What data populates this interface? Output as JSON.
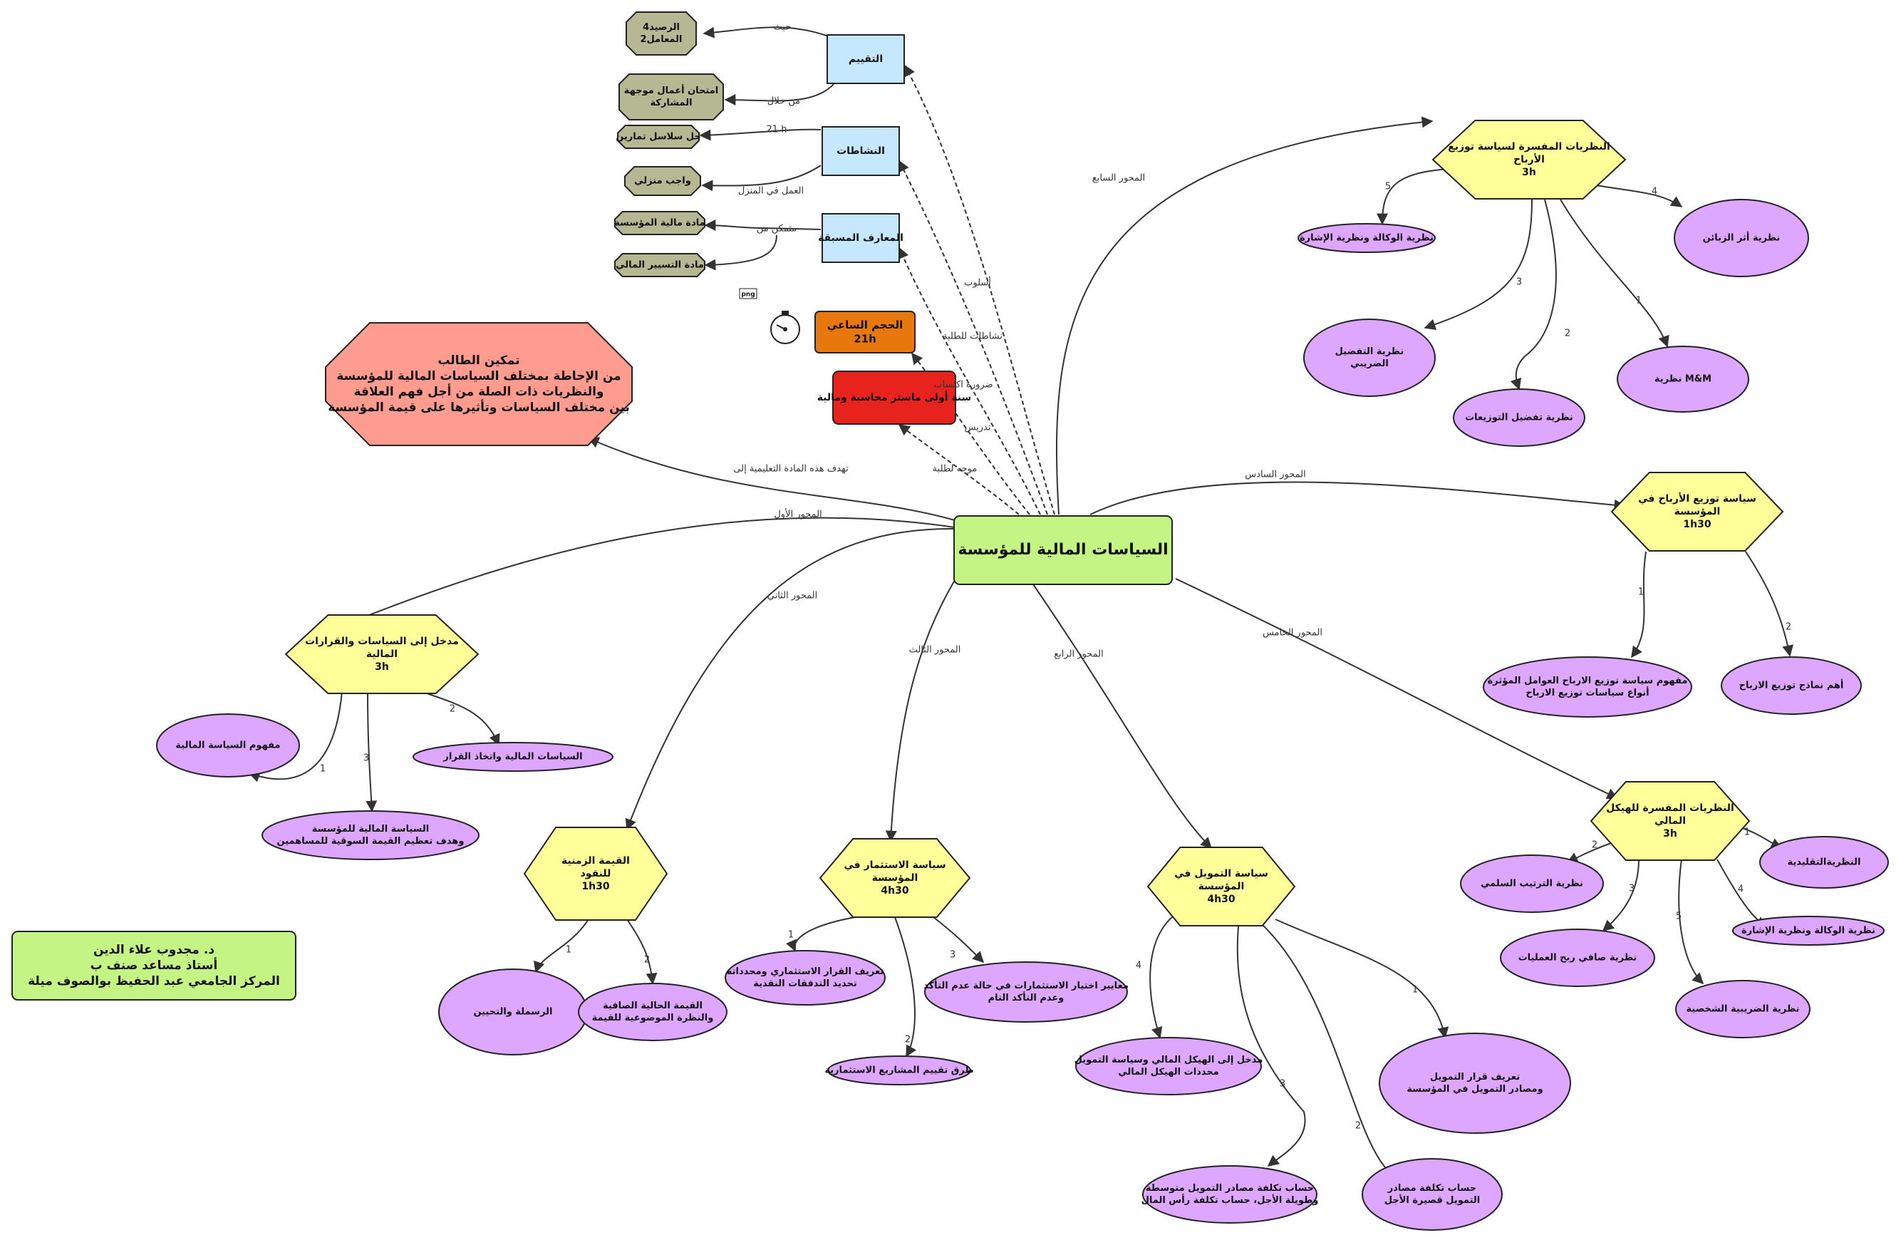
{
  "center": {
    "label": "السياسات المالية للمؤسسة"
  },
  "objective": {
    "lines": [
      "تمكين الطالب",
      "من الإحاطة بمختلف السياسات المالية للمؤسسة",
      "والنظريات ذات الصلة من أجل فهم العلاقة",
      "بين مختلف السياسات وتأثيرها على قيمة المؤسسة"
    ],
    "edge": "تهدف هذه المادة التعليمية إلى"
  },
  "author": {
    "lines": [
      "د. مجدوب علاء الدين",
      "أستاذ مساعد صنف ب",
      "المركز الجامعي عبد الحفيظ بوالصوف ميلة"
    ]
  },
  "evaluation": {
    "label": "التقييم",
    "edge": "أسلوب",
    "items": [
      {
        "lines": [
          "الرصيد4",
          "المعامل2"
        ],
        "edge": "حيث"
      },
      {
        "lines": [
          "امتحان أعمال موجهة",
          "المشاركة"
        ],
        "edge": "من خلال"
      }
    ]
  },
  "activities": {
    "label": "النشاطات",
    "edge": "نشاطات للطلبة",
    "items": [
      {
        "lines": [
          "حل سلاسل تمارين"
        ],
        "edge": "21 h"
      },
      {
        "lines": [
          "واجب منزلي"
        ],
        "edge": "العمل في المنزل"
      }
    ]
  },
  "prerequisites": {
    "label": "المعارف المسبقة",
    "edge": "ضرورة اكتساب",
    "via": "متمكن من",
    "items": [
      {
        "lines": [
          "مادة مالية المؤسسة"
        ]
      },
      {
        "lines": [
          "مادة التسيير المالي"
        ]
      }
    ]
  },
  "png_tag": "png",
  "hours": {
    "lines": [
      "الحجم الساعي",
      "21h"
    ],
    "edge": "تدريس"
  },
  "audience": {
    "label": "سنة أولى ماستر محاسبة ومالية",
    "edge": "موجه لطلبة"
  },
  "axes": [
    {
      "edge": "المحور الأول",
      "lines": [
        "مدخل إلى السياسات والقرارات",
        "المالية",
        "3h"
      ],
      "children": [
        {
          "n": "1",
          "lines": [
            "مفهوم السياسة المالية"
          ]
        },
        {
          "n": "2",
          "lines": [
            "السياسات المالية واتخاذ القرار"
          ]
        },
        {
          "n": "3",
          "lines": [
            "السياسة المالية للمؤسسة",
            "وهدف تعظيم القيمة السوقية للمساهمين"
          ]
        }
      ]
    },
    {
      "edge": "المحور الثاني",
      "lines": [
        "القيمة الزمنية",
        "للنقود",
        "1h30"
      ],
      "children": [
        {
          "n": "1",
          "lines": [
            "الرسملة والتحيين"
          ]
        },
        {
          "n": "2",
          "lines": [
            "القيمة الحالية الصافية",
            "والنظرة الموضوعية للقيمة"
          ]
        }
      ]
    },
    {
      "edge": "المحور الثالث",
      "lines": [
        "سياسة الاستثمار في",
        "المؤسسة",
        "4h30"
      ],
      "children": [
        {
          "n": "1",
          "lines": [
            "تعريف القرار الاستثماري ومحدداته",
            "تحديد التدفقات النقدية"
          ]
        },
        {
          "n": "2",
          "lines": [
            "طرق تقييم المشاريع الاستثمارية"
          ]
        },
        {
          "n": "3",
          "lines": [
            "معايير اختيار الاستثمارات في حالة عدم التأكد",
            "وعدم التأكد التام"
          ]
        }
      ]
    },
    {
      "edge": "المحور الرابع",
      "lines": [
        "سياسة التمويل في",
        "المؤسسة",
        "4h30"
      ],
      "children": [
        {
          "n": "1",
          "lines": [
            "تعريف قرار التمويل",
            "ومصادر التمويل في المؤسسة"
          ]
        },
        {
          "n": "2",
          "lines": [
            "حساب تكلفة مصادر",
            "التمويل قصيرة الأجل"
          ]
        },
        {
          "n": "3",
          "lines": [
            "حساب تكلفة مصادر التمويل متوسطة",
            "وطويلة الأجل، حساب تكلفة رأس المال"
          ]
        },
        {
          "n": "4",
          "lines": [
            "مدخل إلى الهيكل المالي وسياسة التمويل",
            "محددات الهيكل المالي"
          ]
        }
      ]
    },
    {
      "edge": "المحور الخامس",
      "lines": [
        "النظريات المفسرة للهيكل",
        "المالي",
        "3h"
      ],
      "children": [
        {
          "n": "1",
          "lines": [
            "النظريةالتقليدية"
          ]
        },
        {
          "n": "2",
          "lines": [
            "نظرية الترتيب السلمي"
          ]
        },
        {
          "n": "3",
          "lines": [
            "نظرية صافي ربح العمليات"
          ]
        },
        {
          "n": "4",
          "lines": [
            "نظرية الوكالة ونظرية الإشارة"
          ]
        },
        {
          "n": "5",
          "lines": [
            "نظرية الضريبية الشخصية"
          ]
        }
      ]
    },
    {
      "edge": "المحور السادس",
      "lines": [
        "سياسة توزيع الأرباح في",
        "المؤسسة",
        "1h30"
      ],
      "children": [
        {
          "n": "1",
          "lines": [
            "مفهوم سياسة توزيع الارباح العوامل المؤثرة",
            "أنواع سياسات توزيع الارباح"
          ]
        },
        {
          "n": "2",
          "lines": [
            "أهم نماذج توزيع الارباح"
          ]
        }
      ]
    },
    {
      "edge": "المحور السابع",
      "lines": [
        "النظريات المفسرة لسياسة توزيع",
        "الأرباح",
        "3h"
      ],
      "children": [
        {
          "n": "1",
          "lines": [
            "نظرية M&M"
          ]
        },
        {
          "n": "2",
          "lines": [
            "نظرية تفضيل التوزيعات"
          ]
        },
        {
          "n": "3",
          "lines": [
            "نظرية التفضيل",
            "الضريبي"
          ]
        },
        {
          "n": "4",
          "lines": [
            "نظرية أثر الزبائن"
          ]
        },
        {
          "n": "5",
          "lines": [
            "نظرية الوكالة ونظرية الإشارة"
          ]
        }
      ]
    }
  ],
  "colors": {
    "center": "#c4f584",
    "hexagon": "#ffff99",
    "leaf": "#dda6ff",
    "box": "#c6e8ff",
    "olive": "#b6b894",
    "objective": "#ff9b8f",
    "hours": "#e8780e",
    "audience": "#e8221c",
    "author": "#c4f584"
  }
}
